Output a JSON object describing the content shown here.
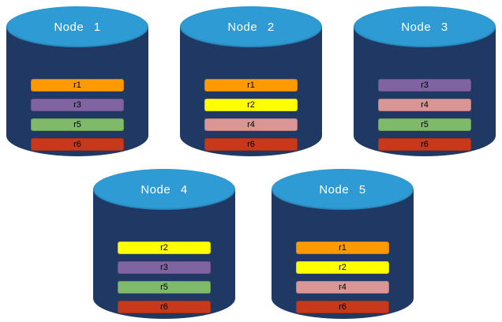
{
  "theme": {
    "cylinder_body_color": "#1F3864",
    "cylinder_top_color": "#2E9BD5",
    "label_color": "#FFFFFF"
  },
  "replica_colors": {
    "r1": "#FF9900",
    "r2": "#FFFF00",
    "r3": "#8064A2",
    "r4": "#D99694",
    "r5": "#7FBA6B",
    "r6": "#C8391B"
  },
  "nodes": [
    {
      "label": "Node 1",
      "replicas": [
        {
          "id": "r1",
          "color": "#FF9900"
        },
        {
          "id": "r3",
          "color": "#8064A2"
        },
        {
          "id": "r5",
          "color": "#7FBA6B"
        },
        {
          "id": "r6",
          "color": "#C8391B"
        }
      ]
    },
    {
      "label": "Node 2",
      "replicas": [
        {
          "id": "r1",
          "color": "#FF9900"
        },
        {
          "id": "r2",
          "color": "#FFFF00"
        },
        {
          "id": "r4",
          "color": "#D99694"
        },
        {
          "id": "r6",
          "color": "#C8391B"
        }
      ]
    },
    {
      "label": "Node 3",
      "replicas": [
        {
          "id": "r3",
          "color": "#8064A2"
        },
        {
          "id": "r4",
          "color": "#D99694"
        },
        {
          "id": "r5",
          "color": "#7FBA6B"
        },
        {
          "id": "r6",
          "color": "#C8391B"
        }
      ]
    },
    {
      "label": "Node 4",
      "replicas": [
        {
          "id": "r2",
          "color": "#FFFF00"
        },
        {
          "id": "r3",
          "color": "#8064A2"
        },
        {
          "id": "r5",
          "color": "#7FBA6B"
        },
        {
          "id": "r6",
          "color": "#C8391B"
        }
      ]
    },
    {
      "label": "Node 5",
      "replicas": [
        {
          "id": "r1",
          "color": "#FF9900"
        },
        {
          "id": "r2",
          "color": "#FFFF00"
        },
        {
          "id": "r4",
          "color": "#D99694"
        },
        {
          "id": "r6",
          "color": "#C8391B"
        }
      ]
    }
  ]
}
